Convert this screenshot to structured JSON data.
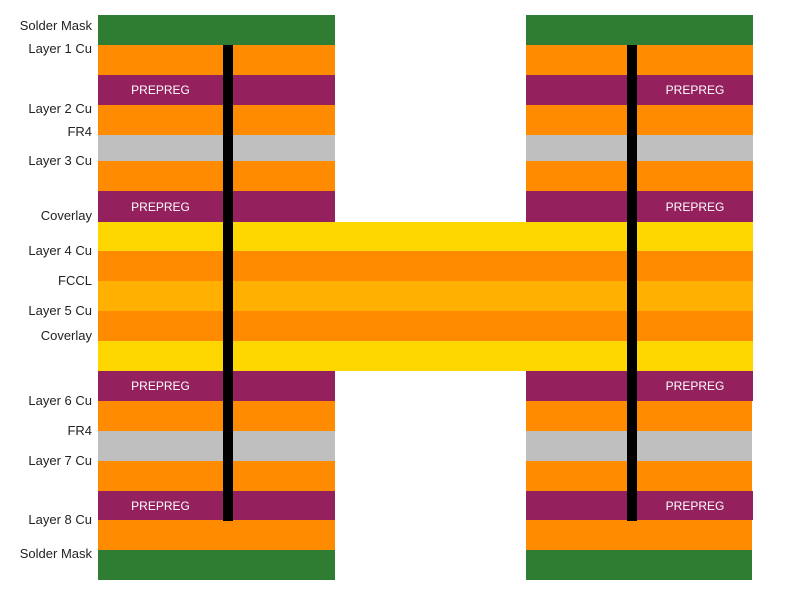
{
  "layer_labels": [
    "Solder Mask",
    "Layer 1 Cu",
    "Layer 2 Cu",
    "FR4",
    "Layer 3 Cu",
    "Coverlay",
    "Layer 4 Cu",
    "FCCL",
    "Layer 5 Cu",
    "Coverlay",
    "Layer 6 Cu",
    "FR4",
    "Layer 7 Cu",
    "Layer 8 Cu",
    "Solder Mask"
  ],
  "material_labels": {
    "prepreg": "PREPREG"
  },
  "colors": {
    "solder_mask": "#2e7d32",
    "copper": "#ff8c00",
    "prepreg": "#94215e",
    "fr4": "#bfbfbf",
    "coverlay": "#ffd700",
    "fccl": "#ffb000",
    "via": "#000000",
    "label_text": "#222222"
  }
}
